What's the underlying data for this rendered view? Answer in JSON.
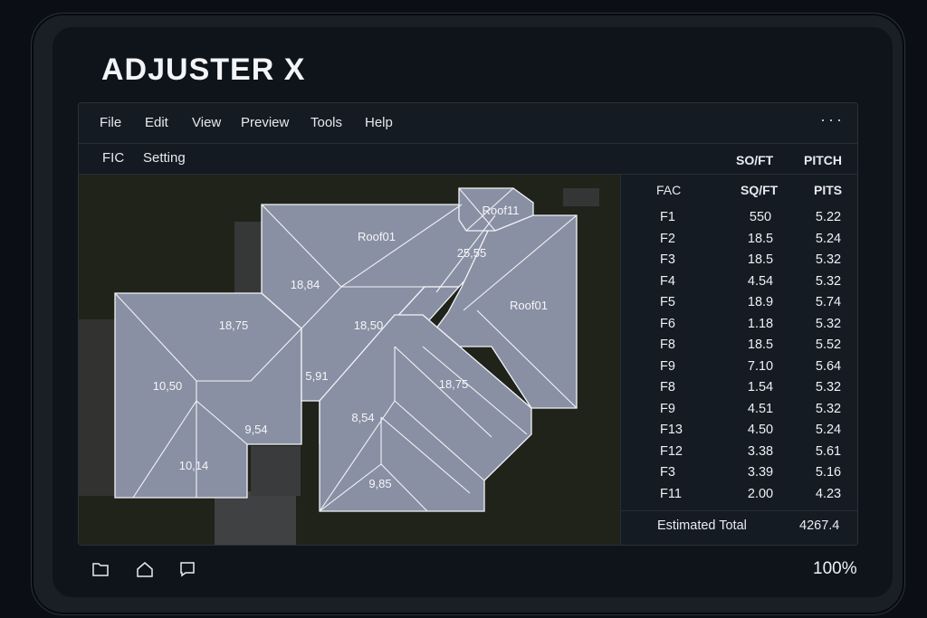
{
  "app": {
    "title": "ADJUSTER X"
  },
  "menu": {
    "items": [
      "File",
      "Edit",
      "View",
      "Preview",
      "Tools",
      "Help"
    ],
    "more_label": "···"
  },
  "toolbar": {
    "items": [
      "FIC",
      "Setting"
    ],
    "col_sqft": "SO/FT",
    "col_pitch": "PITCH"
  },
  "roof_labels": [
    "Roof01",
    "Roof11",
    "25,55",
    "Roof01",
    "18,84",
    "18,75",
    "18,50",
    "10,50",
    "5,91",
    "18,75",
    "9,54",
    "8,54",
    "10,14",
    "9,85"
  ],
  "table": {
    "headers": [
      "FAC",
      "SQ/FT",
      "PITS"
    ],
    "rows": [
      {
        "fac": "F1",
        "sqft": "550",
        "pitch": "5.22"
      },
      {
        "fac": "F2",
        "sqft": "18.5",
        "pitch": "5.24"
      },
      {
        "fac": "F3",
        "sqft": "18.5",
        "pitch": "5.32"
      },
      {
        "fac": "F4",
        "sqft": "4.54",
        "pitch": "5.32"
      },
      {
        "fac": "F5",
        "sqft": "18.9",
        "pitch": "5.74"
      },
      {
        "fac": "F6",
        "sqft": "1.18",
        "pitch": "5.32"
      },
      {
        "fac": "F8",
        "sqft": "18.5",
        "pitch": "5.52"
      },
      {
        "fac": "F9",
        "sqft": "7.10",
        "pitch": "5.64"
      },
      {
        "fac": "F8",
        "sqft": "1.54",
        "pitch": "5.32"
      },
      {
        "fac": "F9",
        "sqft": "4.51",
        "pitch": "5.32"
      },
      {
        "fac": "F13",
        "sqft": "4.50",
        "pitch": "5.24"
      },
      {
        "fac": "F12",
        "sqft": "3.38",
        "pitch": "5.61"
      },
      {
        "fac": "F3",
        "sqft": "3.39",
        "pitch": "5.16"
      },
      {
        "fac": "F11",
        "sqft": "2.00",
        "pitch": "4.23"
      }
    ],
    "total_label": "Estimated Total",
    "total_value": "4267.4"
  },
  "footer": {
    "icons": [
      "folder-icon",
      "home-icon",
      "comment-icon"
    ],
    "zoom": "100%"
  },
  "colors": {
    "roof": "#8a90a3",
    "roof_edge": "#f2f4f8",
    "background": "#0f141b",
    "lawn": "#202319"
  }
}
